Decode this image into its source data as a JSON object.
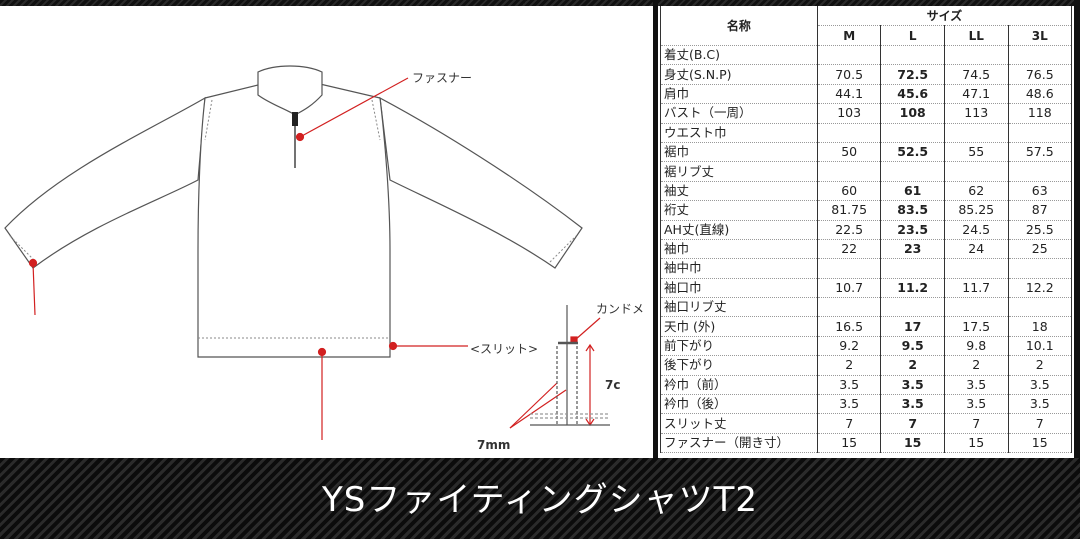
{
  "diagram": {
    "labels": {
      "zipper": "ファスナー",
      "slit": "<スリット>",
      "bartack": "カンドメ",
      "slit_height": "7c",
      "slit_width": "7mm"
    },
    "accent_color": "#d22020"
  },
  "table": {
    "name_header": "名称",
    "size_header": "サイズ",
    "sizes": [
      "M",
      "L",
      "LL",
      "3L"
    ],
    "rows": [
      {
        "name": "着丈(B.C)",
        "values": [
          "",
          "",
          "",
          ""
        ]
      },
      {
        "name": "身丈(S.N.P)",
        "values": [
          "70.5",
          "72.5",
          "74.5",
          "76.5"
        ]
      },
      {
        "name": "肩巾",
        "values": [
          "44.1",
          "45.6",
          "47.1",
          "48.6"
        ]
      },
      {
        "name": "バスト（一周）",
        "values": [
          "103",
          "108",
          "113",
          "118"
        ]
      },
      {
        "name": "ウエスト巾",
        "values": [
          "",
          "",
          "",
          ""
        ]
      },
      {
        "name": "裾巾",
        "values": [
          "50",
          "52.5",
          "55",
          "57.5"
        ]
      },
      {
        "name": "裾リブ丈",
        "values": [
          "",
          "",
          "",
          ""
        ]
      },
      {
        "name": "袖丈",
        "values": [
          "60",
          "61",
          "62",
          "63"
        ]
      },
      {
        "name": "裄丈",
        "values": [
          "81.75",
          "83.5",
          "85.25",
          "87"
        ]
      },
      {
        "name": "AH丈(直線)",
        "values": [
          "22.5",
          "23.5",
          "24.5",
          "25.5"
        ]
      },
      {
        "name": "袖巾",
        "values": [
          "22",
          "23",
          "24",
          "25"
        ]
      },
      {
        "name": "袖中巾",
        "values": [
          "",
          "",
          "",
          ""
        ]
      },
      {
        "name": "袖口巾",
        "values": [
          "10.7",
          "11.2",
          "11.7",
          "12.2"
        ]
      },
      {
        "name": "袖口リブ丈",
        "values": [
          "",
          "",
          "",
          ""
        ]
      },
      {
        "name": "天巾 (外)",
        "values": [
          "16.5",
          "17",
          "17.5",
          "18"
        ]
      },
      {
        "name": "前下がり",
        "values": [
          "9.2",
          "9.5",
          "9.8",
          "10.1"
        ]
      },
      {
        "name": "後下がり",
        "values": [
          "2",
          "2",
          "2",
          "2"
        ]
      },
      {
        "name": "衿巾（前）",
        "values": [
          "3.5",
          "3.5",
          "3.5",
          "3.5"
        ]
      },
      {
        "name": "衿巾（後）",
        "values": [
          "3.5",
          "3.5",
          "3.5",
          "3.5"
        ]
      },
      {
        "name": "スリット丈",
        "values": [
          "7",
          "7",
          "7",
          "7"
        ]
      },
      {
        "name": "ファスナー（開き寸）",
        "values": [
          "15",
          "15",
          "15",
          "15"
        ]
      }
    ]
  },
  "caption": "YSファイティングシャツT2"
}
